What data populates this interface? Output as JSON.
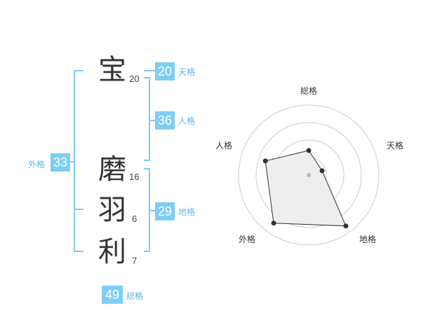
{
  "name": {
    "chars": [
      {
        "char": "宝",
        "strokes": "20"
      },
      {
        "char": "磨",
        "strokes": "16"
      },
      {
        "char": "羽",
        "strokes": "6"
      },
      {
        "char": "利",
        "strokes": "7"
      }
    ]
  },
  "fortune": {
    "tenkaku": {
      "label": "天格",
      "value": "20"
    },
    "jinkaku": {
      "label": "人格",
      "value": "36"
    },
    "chikaku": {
      "label": "地格",
      "value": "29"
    },
    "gaikaku": {
      "label": "外格",
      "value": "33"
    },
    "soukaku": {
      "label": "総格",
      "value": "49"
    }
  },
  "radar": {
    "axes": [
      "総格",
      "天格",
      "地格",
      "外格",
      "人格"
    ],
    "values": [
      0.35,
      0.2,
      0.9,
      0.85,
      0.65
    ],
    "colors": {
      "fill": "#eeeeee",
      "stroke": "#333333",
      "ring": "#cccccc",
      "center": "#bbbbbb"
    }
  }
}
